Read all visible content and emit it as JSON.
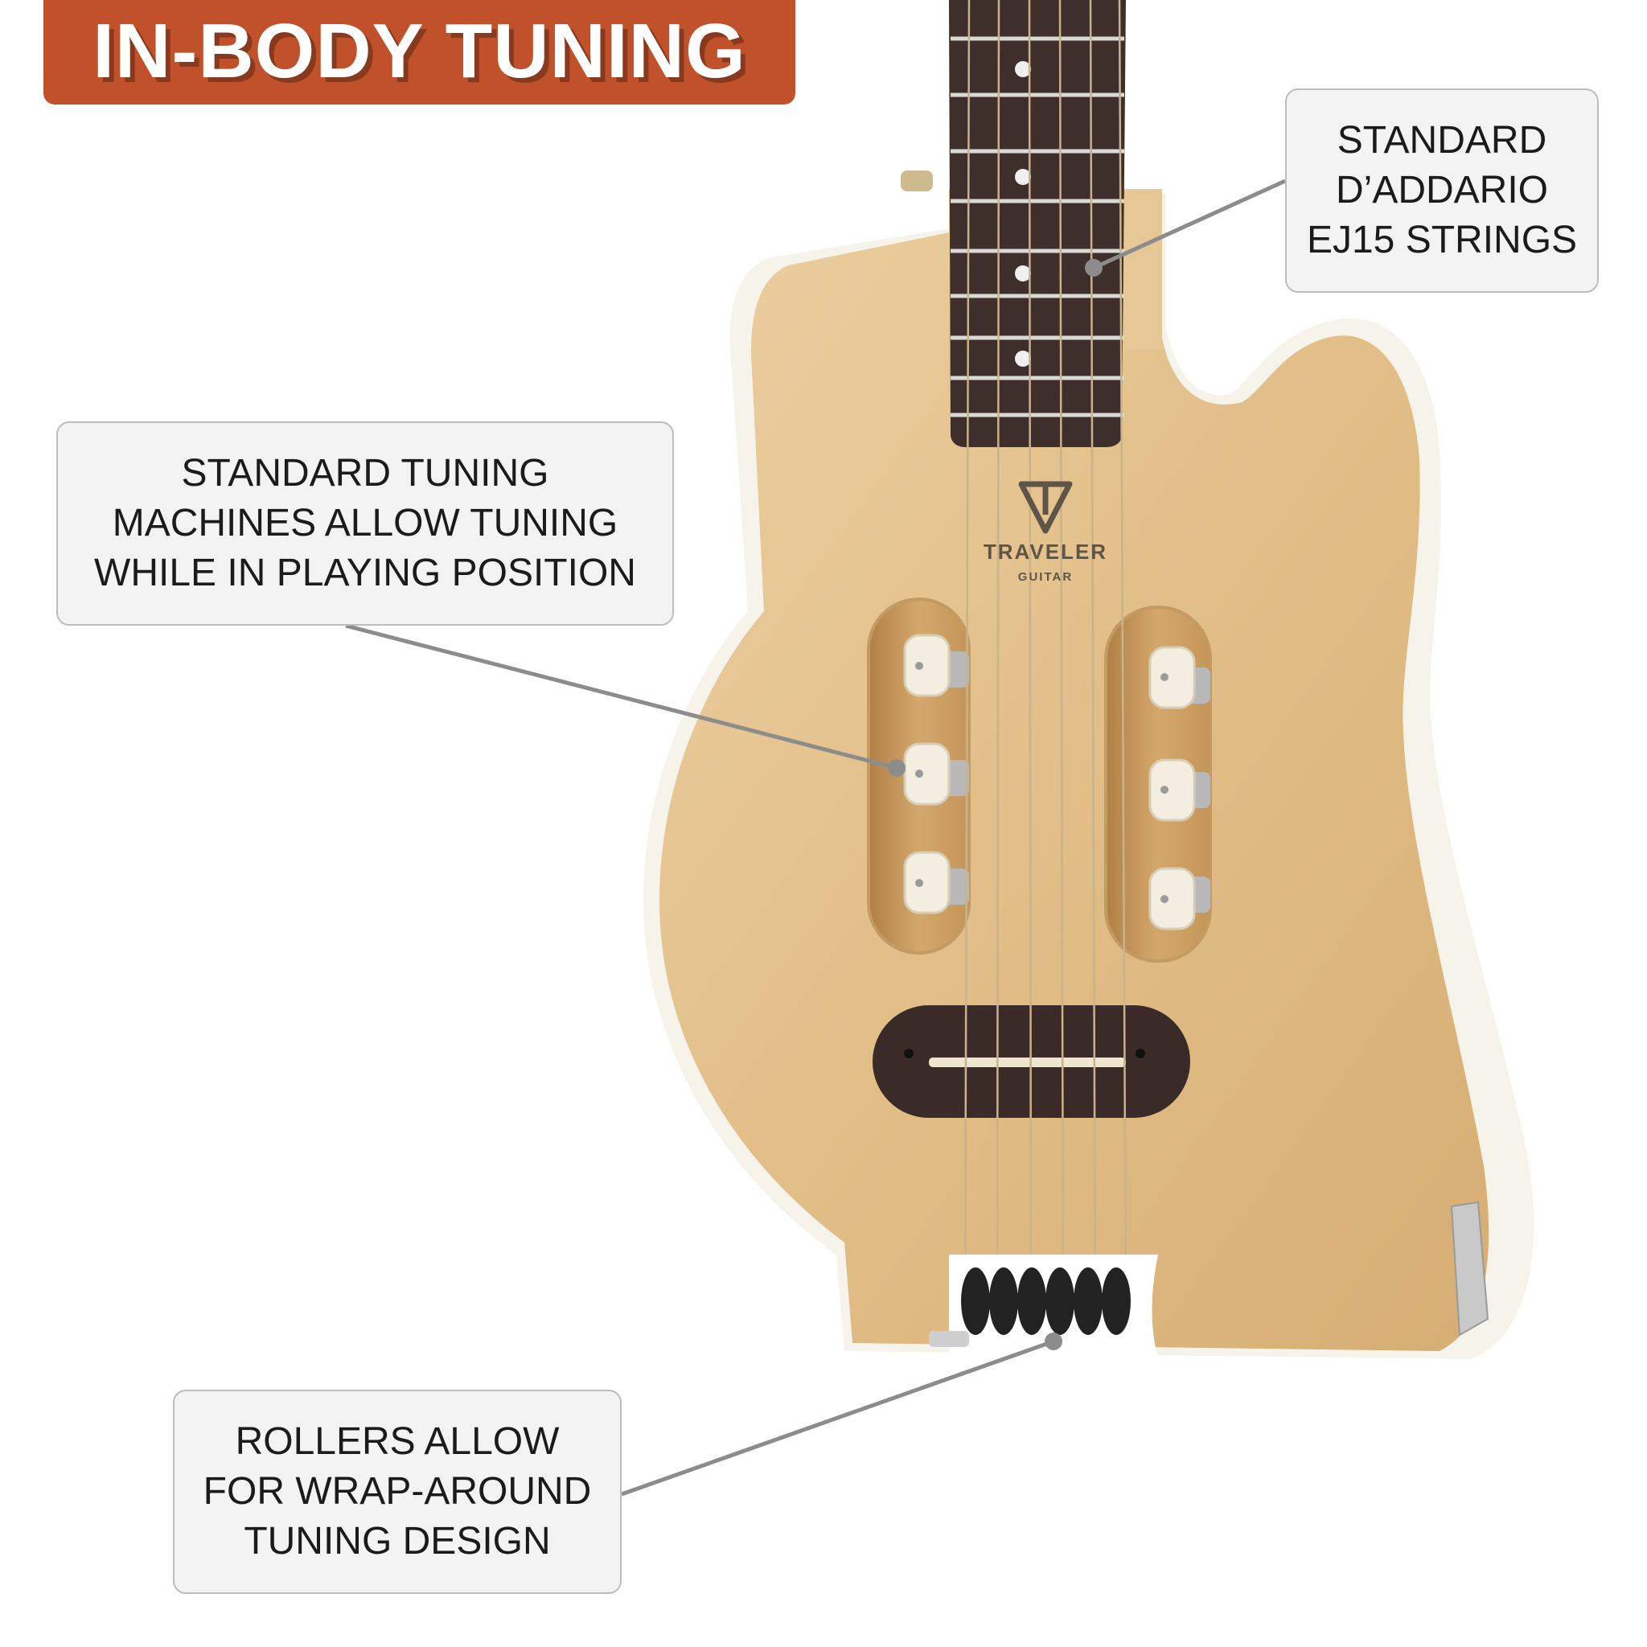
{
  "title": "IN-BODY TUNING",
  "colors": {
    "banner": "#C1512B",
    "wood": "#E3C290",
    "fretboard": "#3E2E2C",
    "callout_bg": "#F3F3F3",
    "leader": "#8C8C8C"
  },
  "callouts": {
    "strings": [
      "STANDARD",
      "D’ADDARIO",
      "EJ15 STRINGS"
    ],
    "tuning": [
      "STANDARD TUNING",
      "MACHINES ALLOW TUNING",
      "WHILE IN PLAYING POSITION"
    ],
    "rollers": [
      "ROLLERS ALLOW",
      "FOR WRAP-AROUND",
      "TUNING DESIGN"
    ]
  },
  "logo": {
    "brand": "TRAVELER",
    "sub": "GUITAR"
  }
}
